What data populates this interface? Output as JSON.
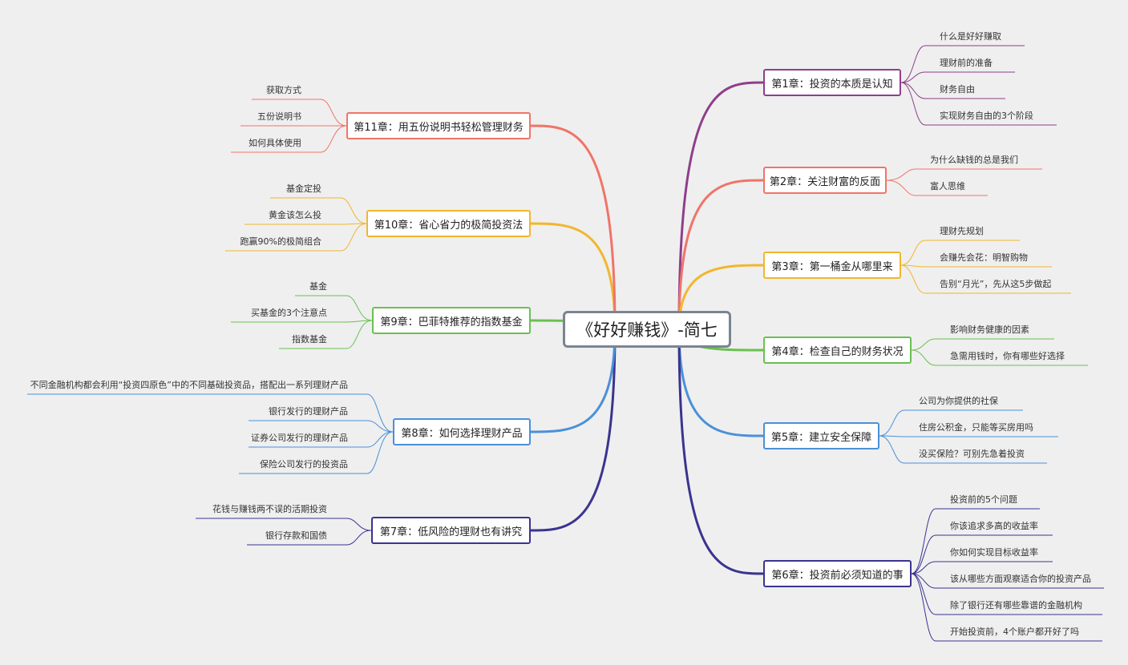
{
  "root": {
    "label": "《好好赚钱》-简七",
    "color": "#7a8593"
  },
  "chapters": [
    {
      "label": "第1章：投资的本质是认知",
      "color": "#8e3f8a",
      "items": [
        "什么是好好赚取",
        "理财前的准备",
        "财务自由",
        "实现财务自由的3个阶段"
      ]
    },
    {
      "label": "第2章：关注财富的反面",
      "color": "#f07468",
      "items": [
        "为什么缺钱的总是我们",
        "富人思维"
      ]
    },
    {
      "label": "第3章：第一桶金从哪里来",
      "color": "#f2b62d",
      "items": [
        "理财先规划",
        "会赚先会花：明智购物",
        "告别“月光”，先从这5步做起"
      ]
    },
    {
      "label": "第4章：检查自己的财务状况",
      "color": "#6ac051",
      "items": [
        "影响财务健康的因素",
        "急需用钱时，你有哪些好选择"
      ]
    },
    {
      "label": "第5章：建立安全保障",
      "color": "#4a90d9",
      "items": [
        "公司为你提供的社保",
        "住房公积金，只能等买房用吗",
        "没买保险？可别先急着投资"
      ]
    },
    {
      "label": "第6章：投资前必须知道的事",
      "color": "#3a3490",
      "items": [
        "投资前的5个问题",
        "你该追求多高的收益率",
        "你如何实现目标收益率",
        "该从哪些方面观察适合你的投资产品",
        "除了银行还有哪些靠谱的金融机构",
        "开始投资前，4个账户都开好了吗"
      ]
    },
    {
      "label": "第7章：低风险的理财也有讲究",
      "color": "#3a3490",
      "items": [
        "花钱与赚钱两不误的活期投资",
        "银行存款和国债"
      ]
    },
    {
      "label": "第8章：如何选择理财产品",
      "color": "#4a90d9",
      "items": [
        "不同金融机构都会利用“投资四原色”中的不同基础投资品，搭配出一系列理财产品",
        "银行发行的理财产品",
        "证券公司发行的理财产品",
        "保险公司发行的投资品"
      ]
    },
    {
      "label": "第9章：巴菲特推荐的指数基金",
      "color": "#6ac051",
      "items": [
        "基金",
        "买基金的3个注意点",
        "指数基金"
      ]
    },
    {
      "label": "第10章：省心省力的极简投资法",
      "color": "#f2b62d",
      "items": [
        "基金定投",
        "黄金该怎么投",
        "跑赢90%的极简组合"
      ]
    },
    {
      "label": "第11章：用五份说明书轻松管理财务",
      "color": "#f07468",
      "items": [
        "获取方式",
        "五份说明书",
        "如何具体使用"
      ]
    }
  ]
}
